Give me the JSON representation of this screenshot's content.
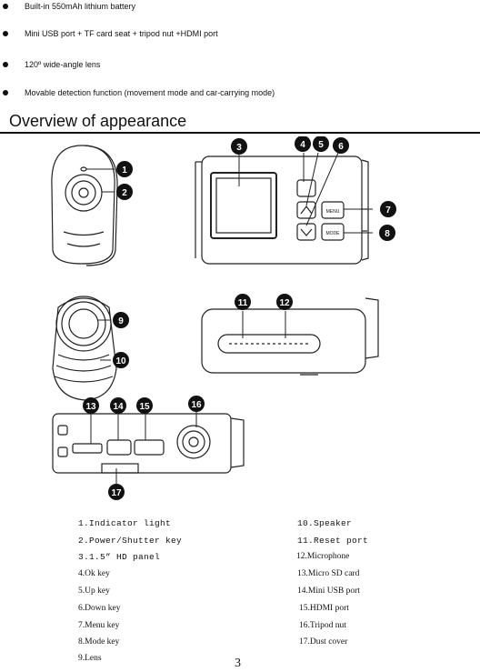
{
  "features": [
    "Built-in 550mAh lithium battery",
    "Mini USB port + TF card seat + tripod nut +HDMI port",
    "120º wide-angle lens",
    "Movable detection function (movement mode and car-carrying mode)"
  ],
  "section_title": "Overview of appearance",
  "callout_numbers": [
    "1",
    "2",
    "3",
    "4",
    "5",
    "6",
    "7",
    "8",
    "9",
    "10",
    "11",
    "12",
    "13",
    "14",
    "15",
    "16",
    "17"
  ],
  "key_labels": {
    "menu": "MENU",
    "mode": "MODE"
  },
  "legend_left": [
    "1.Indicator light",
    "2.Power/Shutter key",
    "3.1.5” HD panel",
    "4.Ok key",
    "5.Up key",
    "6.Down key",
    "7.Menu key",
    "8.Mode key",
    "9.Lens"
  ],
  "legend_right": [
    "10.Speaker",
    "11.Reset port",
    "12.Microphone",
    "13.Micro SD card",
    "14.Mini USB port",
    "15.HDMI port",
    "16.Tripod nut",
    "17.Dust cover"
  ],
  "page_number": "3"
}
